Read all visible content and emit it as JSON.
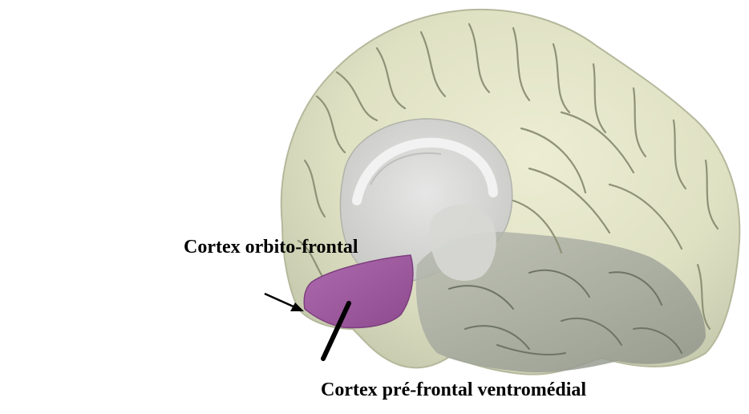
{
  "labels": {
    "orbitofrontal": "Cortex orbito-frontal",
    "ventromedial": "Cortex pré-frontal ventromédial"
  },
  "colors": {
    "background": "#ffffff",
    "cortex_gyri": "#e3e4c7",
    "cortex_shading": "#c4c8ad",
    "sulci": "#8e9276",
    "medial_gray": "#d9d9d9",
    "temporal_lobe": "#a9ad9e",
    "highlight_region": "#9c5a9d",
    "arrow": "#000000",
    "text": "#000000"
  },
  "icons": {
    "arrow_orbitofrontal": "arrow-right-down",
    "pointer_ventromedial": "straight-pointer-line"
  }
}
